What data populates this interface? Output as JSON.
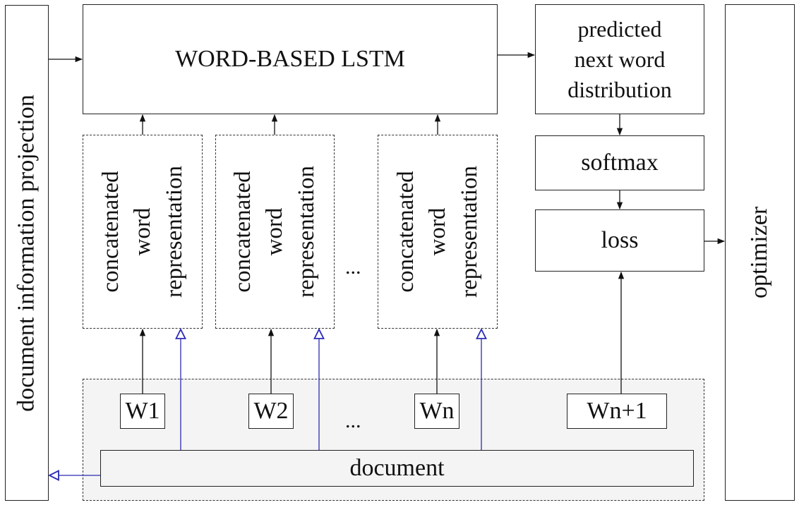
{
  "left_panel": {
    "label": "document information projection"
  },
  "right_panel": {
    "label": "optimizer"
  },
  "lstm": {
    "label": "WORD-BASED LSTM"
  },
  "prediction": {
    "lines": [
      "predicted",
      "next word",
      "distribution"
    ]
  },
  "softmax": {
    "label": "softmax"
  },
  "loss": {
    "label": "loss"
  },
  "representations": [
    {
      "lines": [
        "concatenated",
        "word",
        "representation"
      ]
    },
    {
      "lines": [
        "concatenated",
        "word",
        "representation"
      ]
    },
    {
      "lines": [
        "concatenated",
        "word",
        "representation"
      ]
    }
  ],
  "ellipsis": "...",
  "words": [
    "W1",
    "W2",
    "Wn",
    "Wn+1"
  ],
  "document": {
    "label": "document"
  },
  "colors": {
    "document_arrow": "#2b2bb5",
    "line": "#111111",
    "group_bg": "#f4f4f4"
  }
}
